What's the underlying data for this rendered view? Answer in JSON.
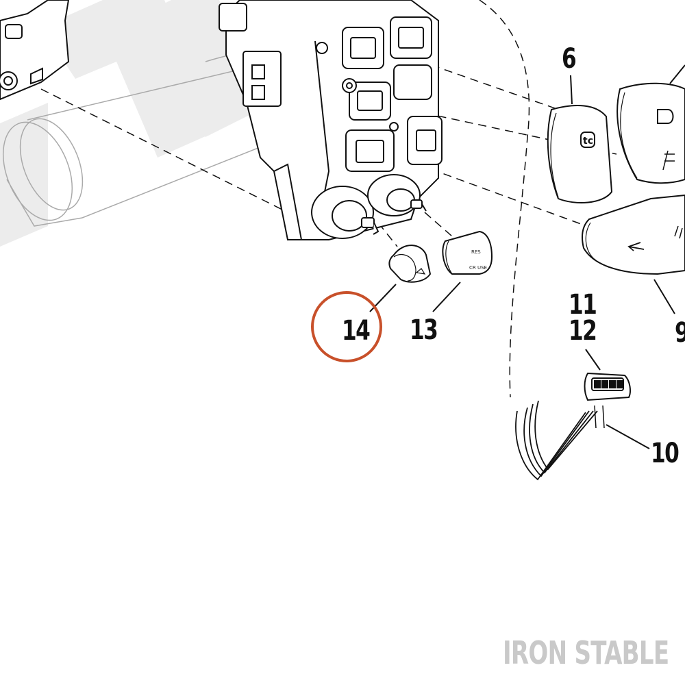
{
  "callouts": {
    "c6": "6",
    "c9": "9",
    "c10": "10",
    "c11": "11",
    "c12": "12",
    "c13": "13",
    "c14": "14"
  },
  "knob_labels": {
    "res": "RES",
    "cruise": "CR USE"
  },
  "highlight": {
    "callout": "14",
    "color": "#c8502a"
  },
  "watermark": {
    "text": "IRON STABLE",
    "color": "#c9c9c9"
  }
}
